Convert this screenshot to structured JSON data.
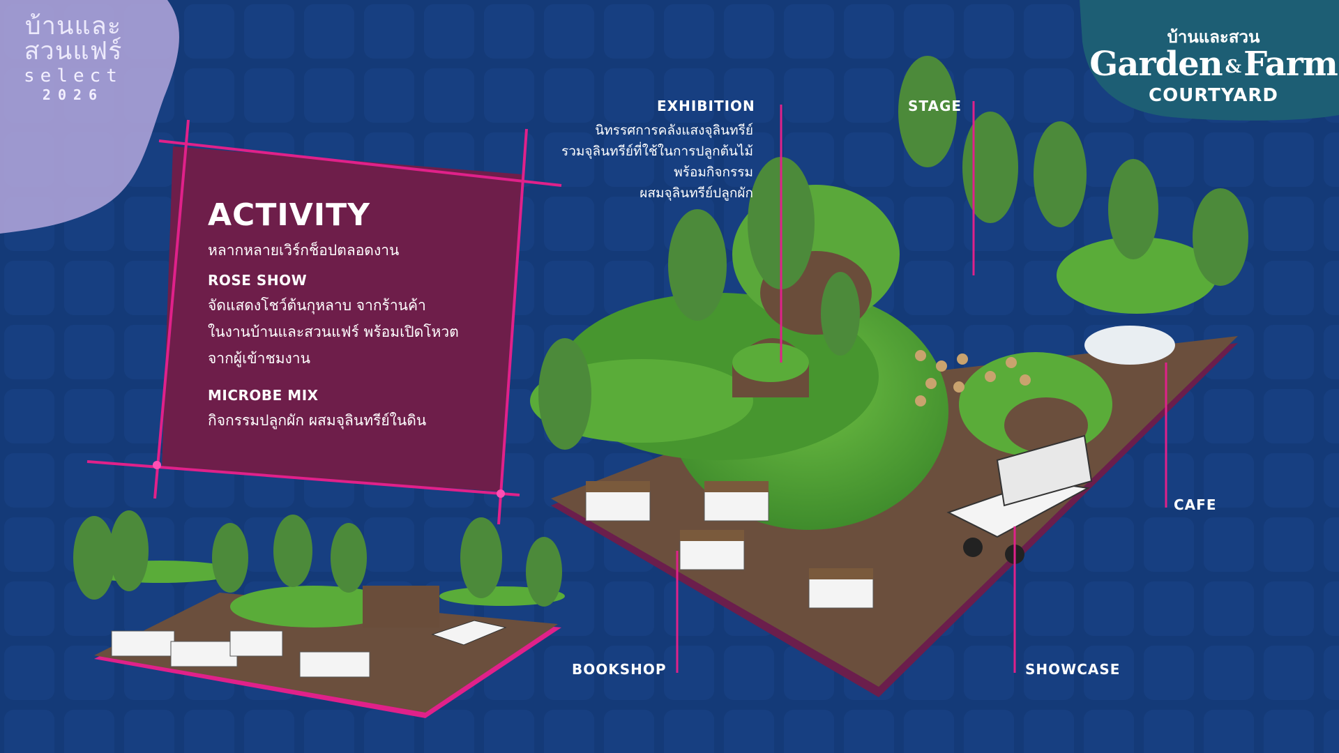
{
  "fair_logo": {
    "thai_text": "บ้านและสวนแฟร์",
    "select": "select",
    "year": "2026"
  },
  "courtyard_logo": {
    "thai_text": "บ้านและสวน",
    "brand_left": "Garden",
    "brand_amp": "&",
    "brand_right": "Farm",
    "subtitle": "COURTYARD"
  },
  "activity": {
    "title": "ACTIVITY",
    "subtitle": "หลากหลายเวิร์กช็อปตลอดงาน",
    "sections": [
      {
        "heading": "ROSE SHOW",
        "lines": [
          "จัดแสดงโชว์ต้นกุหลาบ จากร้านค้า",
          "ในงานบ้านและสวนแฟร์ พร้อมเปิดโหวต",
          "จากผู้เข้าชมงาน"
        ]
      },
      {
        "heading": "MICROBE MIX",
        "lines": [
          "กิจกรรมปลูกผัก ผสมจุลินทรีย์ในดิน"
        ]
      }
    ]
  },
  "map_labels": {
    "exhibition": {
      "title": "EXHIBITION",
      "lines": [
        "นิทรรศการคลังแสงจุลินทรีย์",
        "รวมจุลินทรีย์ที่ใช้ในการปลูกต้นไม้",
        "พร้อมกิจกรรม",
        "ผสมจุลินทรีย์ปลูกผัก"
      ]
    },
    "stage": "STAGE",
    "cafe": "CAFE",
    "bookshop": "BOOKSHOP",
    "showcase": "SHOWCASE"
  },
  "colors": {
    "background": "#143a78",
    "panel": "#6e1e4a",
    "accent_pink": "#e0218a",
    "grass": "#58a83a",
    "ground": "#6b4f3d"
  }
}
